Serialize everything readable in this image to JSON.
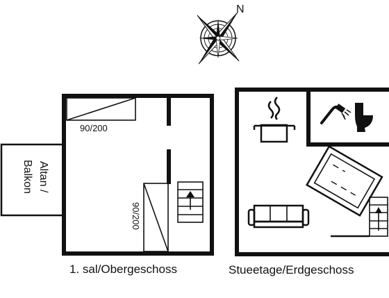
{
  "compass": {
    "north_label": "N",
    "icon": "compass-rose-icon"
  },
  "upper_floor": {
    "caption": "1. sal/Obergeschoss",
    "bed_top_label": "90/200",
    "bed_side_label": "90/200",
    "balcony_label_line1": "Altan /",
    "balcony_label_line2": "Balkon",
    "stairs_icon": "stairs-icon"
  },
  "ground_floor": {
    "caption": "Stueetage/Erdgeschoss",
    "kitchen_icon": "cooking-pot-icon",
    "shower_icon": "shower-icon",
    "toilet_icon": "toilet-icon",
    "sofa_icon": "sofa-icon",
    "sofa_bed_icon": "sofa-bed-icon",
    "stairs_icon": "stairs-icon"
  },
  "colors": {
    "ink": "#111111",
    "background": "#ffffff"
  }
}
